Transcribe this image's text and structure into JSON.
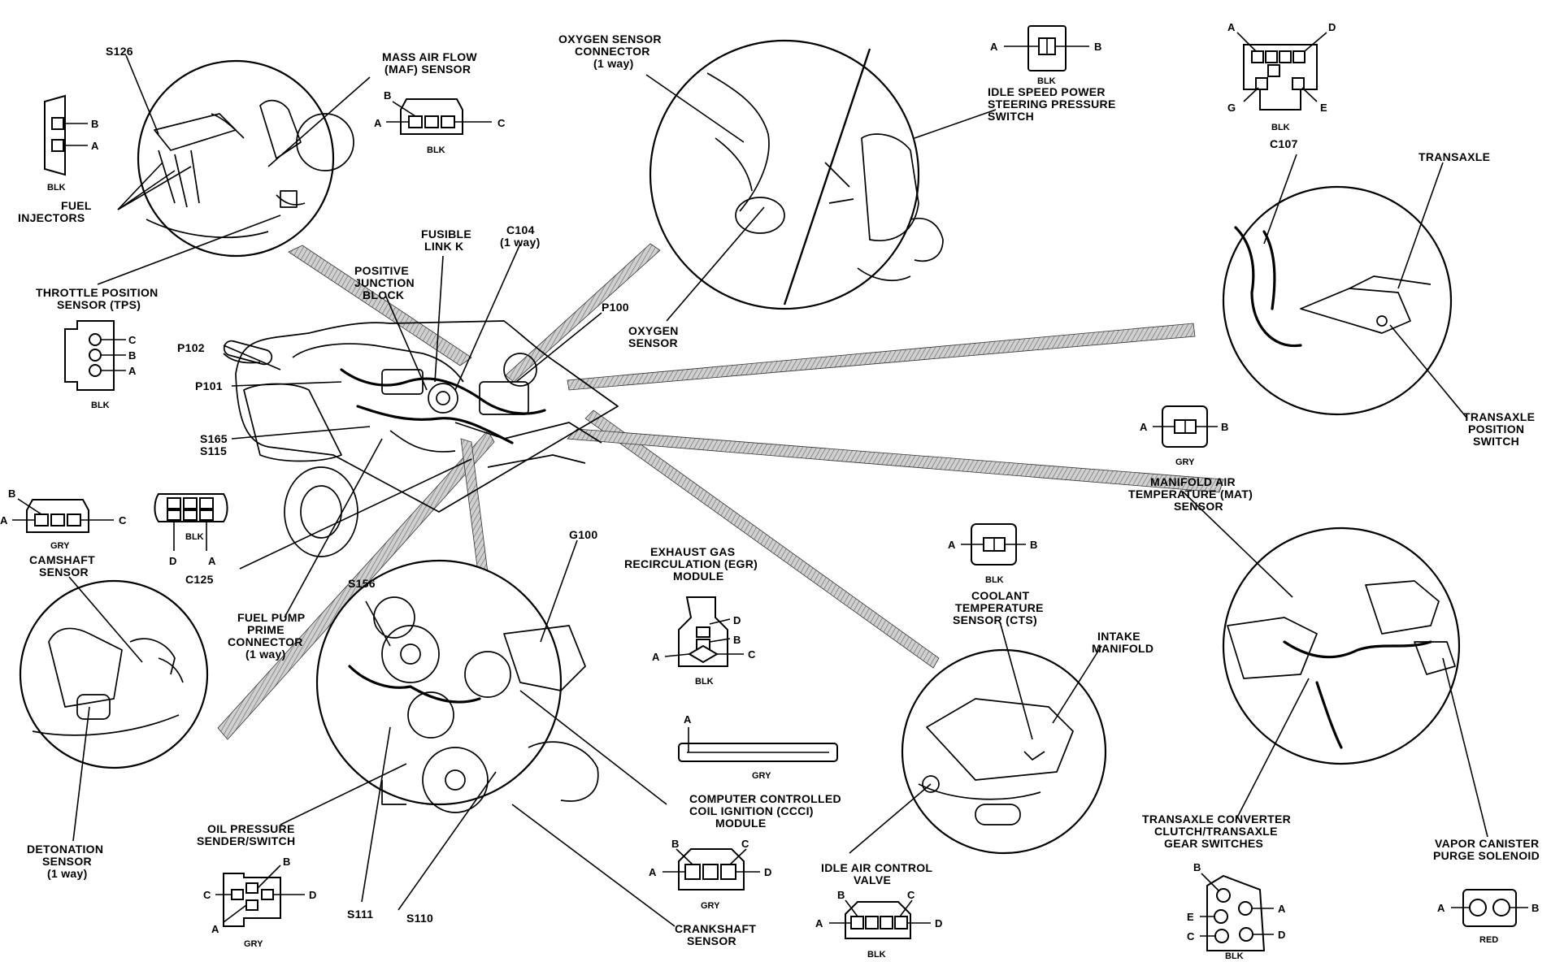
{
  "labels": {
    "s126": "S126",
    "maf1": "MASS AIR FLOW",
    "maf2": "(MAF) SENSOR",
    "fuel_inj1": "FUEL",
    "fuel_inj2": "INJECTORS",
    "tps1": "THROTTLE POSITION",
    "tps2": "SENSOR (TPS)",
    "o2conn1": "OXYGEN SENSOR",
    "o2conn2": "CONNECTOR",
    "o2conn3": "(1 way)",
    "idle_ps1": "IDLE SPEED POWER",
    "idle_ps2": "STEERING PRESSURE",
    "idle_ps3": "SWITCH",
    "fusible1": "FUSIBLE",
    "fusible2": "LINK K",
    "c104a": "C104",
    "c104b": "(1 way)",
    "pjb1": "POSITIVE",
    "pjb2": "JUNCTION",
    "pjb3": "BLOCK",
    "p100": "P100",
    "o2s1": "OXYGEN",
    "o2s2": "SENSOR",
    "p102": "P102",
    "p101": "P101",
    "s165": "S165",
    "s115": "S115",
    "c107": "C107",
    "transaxle": "TRANSAXLE",
    "tps_sw1": "TRANSAXLE",
    "tps_sw2": "POSITION",
    "tps_sw3": "SWITCH",
    "mat1": "MANIFOLD AIR",
    "mat2": "TEMPERATURE (MAT)",
    "mat3": "SENSOR",
    "cam1": "CAMSHAFT",
    "cam2": "SENSOR",
    "c125": "C125",
    "fpp1": "FUEL PUMP",
    "fpp2": "PRIME",
    "fpp3": "CONNECTOR",
    "fpp4": "(1 way)",
    "s156": "S156",
    "g100": "G100",
    "egr1": "EXHAUST GAS",
    "egr2": "RECIRCULATION (EGR)",
    "egr3": "MODULE",
    "cts1": "COOLANT",
    "cts2": "TEMPERATURE",
    "cts3": "SENSOR (CTS)",
    "intake1": "INTAKE",
    "intake2": "MANIFOLD",
    "ccci1": "COMPUTER CONTROLLED",
    "ccci2": "COIL IGNITION (CCCI)",
    "ccci3": "MODULE",
    "oil1": "OIL PRESSURE",
    "oil2": "SENDER/SWITCH",
    "det1": "DETONATION",
    "det2": "SENSOR",
    "det3": "(1 way)",
    "s111": "S111",
    "s110": "S110",
    "crank1": "CRANKSHAFT",
    "crank2": "SENSOR",
    "iac1": "IDLE AIR CONTROL",
    "iac2": "VALVE",
    "tcc1": "TRANSAXLE CONVERTER",
    "tcc2": "CLUTCH/TRANSAXLE",
    "tcc3": "GEAR SWITCHES",
    "vapor1": "VAPOR CANISTER",
    "vapor2": "PURGE SOLENOID"
  },
  "connector_colors": {
    "blk": "BLK",
    "gry": "GRY",
    "red": "RED"
  },
  "pins": {
    "a": "A",
    "b": "B",
    "c": "C",
    "d": "D",
    "e": "E",
    "g": "G"
  }
}
